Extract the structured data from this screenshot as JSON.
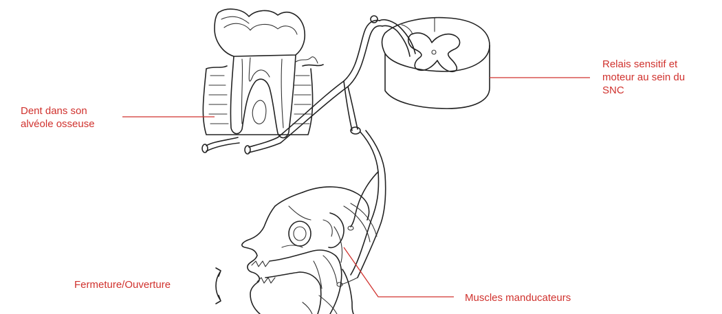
{
  "labels": {
    "tooth": {
      "lines": [
        "Dent dans son",
        "alvéole osseuse"
      ]
    },
    "cns": {
      "lines": [
        "Relais sensitif et",
        "moteur au sein du",
        "SNC"
      ]
    },
    "jaw_motion": {
      "text": "Fermeture/Ouverture"
    },
    "muscles": {
      "text": "Muscles manducateurs"
    }
  },
  "colors": {
    "label": "#d0312d",
    "ink": "#222222",
    "background": "#ffffff"
  }
}
